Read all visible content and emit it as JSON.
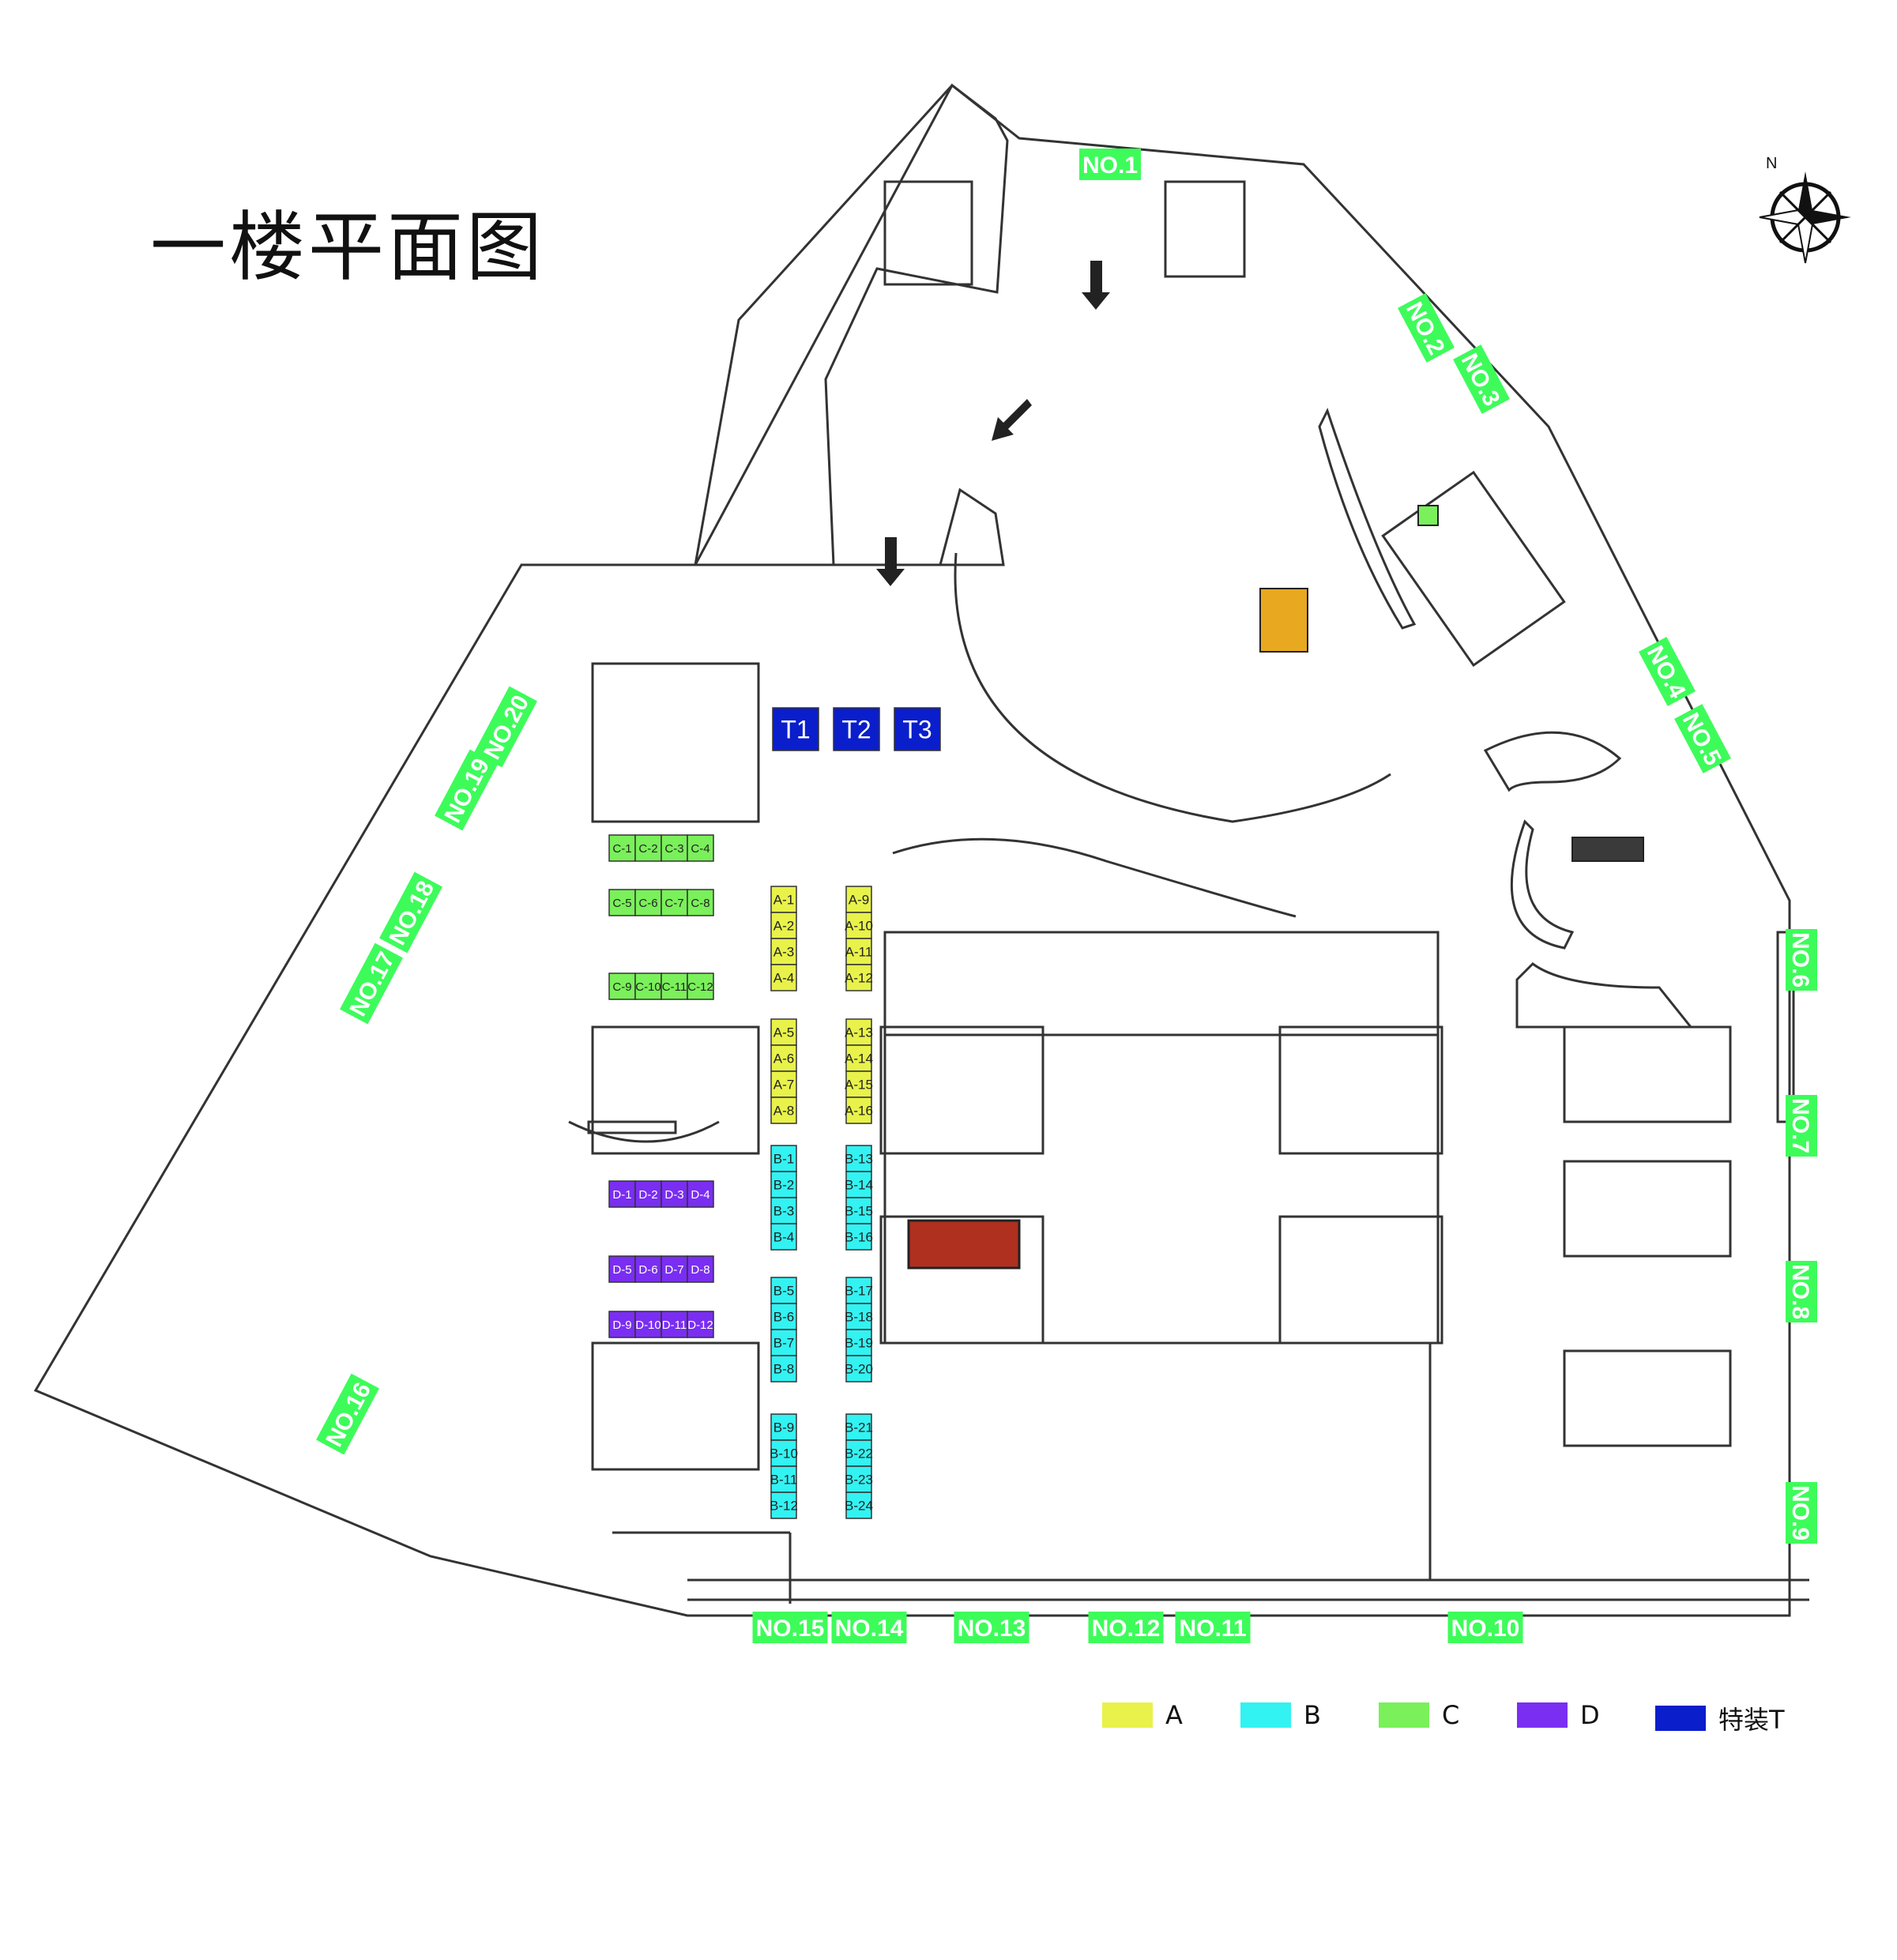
{
  "title": "一楼平面图",
  "colors": {
    "A": "#e8f24a",
    "B": "#33f2f2",
    "C": "#7af05a",
    "D": "#7a2ef2",
    "T": "#0a1ecc",
    "exit": "#3dfc5a"
  },
  "exits": [
    "NO.1",
    "NO.2",
    "NO.3",
    "NO.4",
    "NO.5",
    "NO.6",
    "NO.7",
    "NO.8",
    "NO.9",
    "NO.10",
    "NO.11",
    "NO.12",
    "NO.13",
    "NO.14",
    "NO.15",
    "NO.16",
    "NO.17",
    "NO.18",
    "NO.19",
    "NO.20"
  ],
  "booths": {
    "T": [
      "T1",
      "T2",
      "T3"
    ],
    "A": [
      "A-1",
      "A-2",
      "A-3",
      "A-4",
      "A-5",
      "A-6",
      "A-7",
      "A-8",
      "A-9",
      "A-10",
      "A-11",
      "A-12",
      "A-13",
      "A-14",
      "A-15",
      "A-16"
    ],
    "B": [
      "B-1",
      "B-2",
      "B-3",
      "B-4",
      "B-5",
      "B-6",
      "B-7",
      "B-8",
      "B-9",
      "B-10",
      "B-11",
      "B-12",
      "B-13",
      "B-14",
      "B-15",
      "B-16",
      "B-17",
      "B-18",
      "B-19",
      "B-20",
      "B-21",
      "B-22",
      "B-23",
      "B-24"
    ],
    "C": [
      "C-1",
      "C-2",
      "C-3",
      "C-4",
      "C-5",
      "C-6",
      "C-7",
      "C-8",
      "C-9",
      "C-10",
      "C-11",
      "C-12"
    ],
    "D": [
      "D-1",
      "D-2",
      "D-3",
      "D-4",
      "D-5",
      "D-6",
      "D-7",
      "D-8",
      "D-9",
      "D-10",
      "D-11",
      "D-12"
    ]
  },
  "legend": [
    {
      "key": "A",
      "label": "A"
    },
    {
      "key": "B",
      "label": "B"
    },
    {
      "key": "C",
      "label": "C"
    },
    {
      "key": "D",
      "label": "D"
    },
    {
      "key": "T",
      "label": "特装T"
    }
  ],
  "compass": "N"
}
